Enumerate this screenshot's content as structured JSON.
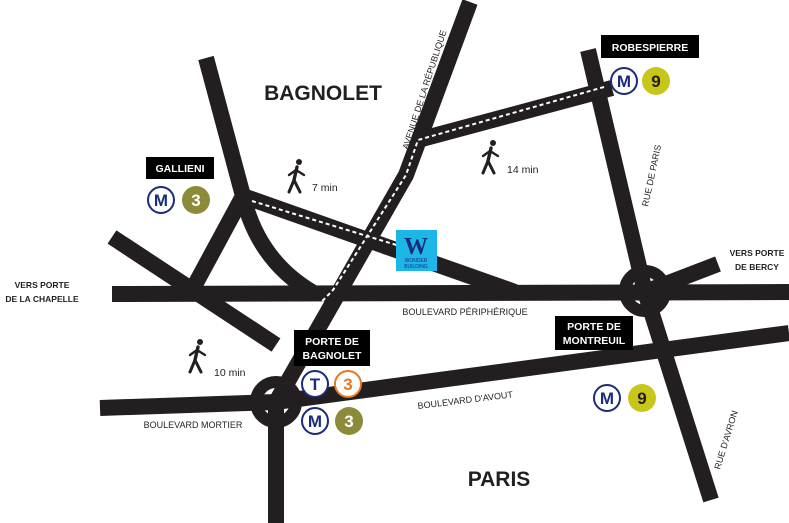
{
  "areas": {
    "bagnolet": "BAGNOLET",
    "paris": "PARIS"
  },
  "streets": {
    "avenue_republique": "AVENUE DE LA RÉPUBLIQUE",
    "rue_de_paris": "RUE DE PARIS",
    "rue_avron": "RUE D'AVRON",
    "boulevard_peripherique": "BOULEVARD PÉRIPHÉRIQUE",
    "boulevard_avout": "BOULEVARD D'AVOUT",
    "boulevard_mortier": "BOULEVARD MORTIER"
  },
  "directions": {
    "chapelle_line1": "VERS PORTE",
    "chapelle_line2": "DE LA CHAPELLE",
    "bercy_line1": "VERS PORTE",
    "bercy_line2": "DE BERCY"
  },
  "stations": {
    "robespierre": "ROBESPIERRE",
    "gallieni": "GALLIENI",
    "porte_bagnolet_line1": "PORTE DE",
    "porte_bagnolet_line2": "BAGNOLET",
    "porte_montreuil_line1": "PORTE DE",
    "porte_montreuil_line2": "MONTREUIL"
  },
  "badges": {
    "metro_letter": "M",
    "tram_letter": "T",
    "line_3": "3",
    "line_9": "9"
  },
  "walk_times": {
    "gallieni": "7 min",
    "robespierre": "14 min",
    "porte_bagnolet": "10 min"
  },
  "building": {
    "logo_letter": "W",
    "logo_line1": "WONDER",
    "logo_line2": "BUILDING"
  },
  "colors": {
    "road": "#231f20",
    "label_bg": "#000000",
    "metro_blue": "#1a2c7a",
    "line3_olive": "#8c8b3a",
    "line9_yellow": "#c9c61a",
    "tram3_orange": "#e87722",
    "building_cyan": "#1cb6e8"
  }
}
